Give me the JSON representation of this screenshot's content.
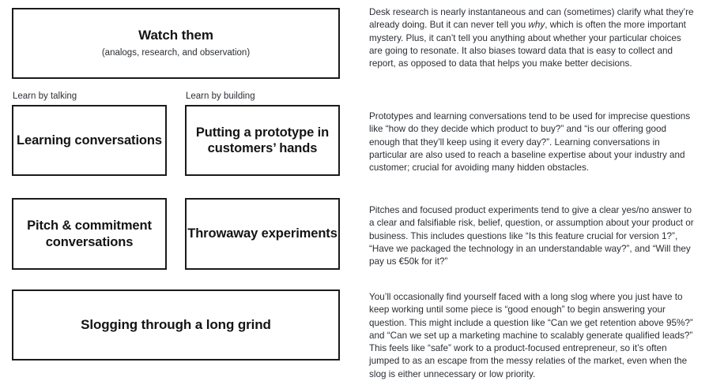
{
  "diagram": {
    "boxes": [
      {
        "id": "watch",
        "title": "Watch them",
        "subtitle": "(analogs, research, and observation)"
      },
      {
        "id": "learning",
        "title": "Learning conversations"
      },
      {
        "id": "prototype",
        "title": "Putting a prototype in customers’ hands"
      },
      {
        "id": "pitch",
        "title": "Pitch & commitment conversations"
      },
      {
        "id": "throwaway",
        "title": "Throwaway experiments"
      },
      {
        "id": "slog",
        "title": "Slogging through a long grind"
      }
    ],
    "captions": {
      "talking": "Learn by talking",
      "building": "Learn by building"
    }
  },
  "notes": [
    {
      "id": "note-watch",
      "text": "Desk research is nearly instantaneous and can (sometimes) clarify what they’re already doing. But it can never tell you why, which is often the more important mystery. Plus, it can’t tell you anything about whether your particular choices are going to resonate. It also biases toward data that is easy to collect and report, as opposed to data that helps you make better decisions.",
      "emphasis": "why"
    },
    {
      "id": "note-conversations",
      "text": "Prototypes and learning conversations tend to be used for imprecise questions like “how do they decide which product to buy?” and “is our offering good enough that they’ll keep using it every day?”. Learning conversations in particular are also used to reach a baseline expertise about your industry and customer; crucial for avoiding many hidden obstacles."
    },
    {
      "id": "note-pitches",
      "text": "Pitches and focused product experiments tend to give a clear yes/no answer to a clear and falsifiable risk, belief, question, or assumption about your product or business. This includes questions like “Is this feature crucial for version 1?”, “Have we packaged the technology in an understandable way?”, and “Will they pay us €50k for it?”"
    },
    {
      "id": "note-slog",
      "text": "You’ll occasionally find yourself faced with a long slog where you just have to keep working until some piece is “good enough” to begin answering your question. This might include a question like “Can we get retention above 95%?” and “Can we set up a marketing machine to scalably generate qualified leads?” This feels like “safe” work to a product-focused entrepreneur, so it’s often jumped to as an escape from the messy relaties of the market, even when the slog is either unnecessary or low priority."
    }
  ],
  "colors": {
    "border": "#1b1b1b",
    "text": "#22252a",
    "body_text": "#2b2e33",
    "background": "#ffffff"
  }
}
